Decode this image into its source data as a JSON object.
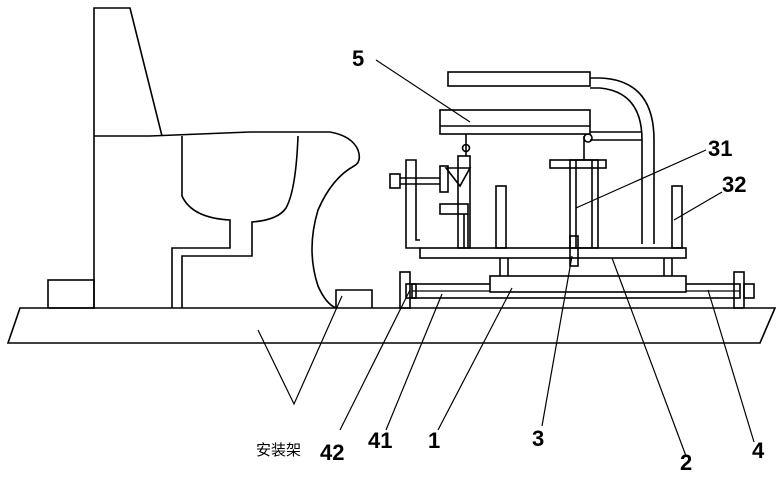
{
  "labels": {
    "n5": "5",
    "n31": "31",
    "n32": "32",
    "n42": "42",
    "n41": "41",
    "n1": "1",
    "n3": "3",
    "n2": "2",
    "n4": "4",
    "mount": "安装架"
  }
}
